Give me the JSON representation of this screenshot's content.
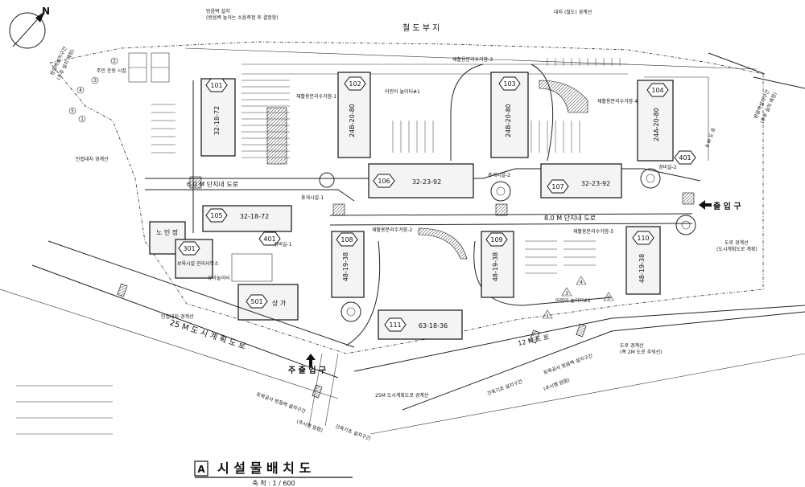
{
  "title": {
    "badge": "A",
    "main": "시 설 물 배 치 도",
    "scale": "축 척 : 1 / 600"
  },
  "compass": {
    "letter": "N"
  },
  "labels": {
    "railway_land": "철 도 부 지",
    "site_boundary_rail": "대지 (철도) 경계선",
    "fence": "방음벽 설치",
    "fence_note": "(방음벽 높이는 소음측정 후 결정함)",
    "neighbor_boundary_1": "인접대지 경계선",
    "neighbor_boundary_2": "인접대지 경계선",
    "resident_sports": "주민 운동 시설",
    "old_people_hall": "노 인 정",
    "nursery_office": "보육시설 관리사무소",
    "kindergarten": "유아놀이터",
    "store": "상 가",
    "guard_1": "경비실-1",
    "guard_2": "경비실-2",
    "rest_1": "휴게시설-1",
    "rest_2": "휴게시설-2",
    "playground_1": "어린이 놀이터#1",
    "playground_2": "어린이 놀이터#2",
    "road_6m": "6.0 M 단지내 도로",
    "road_8m": "8.0 M 단지내 도로",
    "road_25m": "25 M 도 시 계 획 도 로",
    "road_12m": "12 M 도 로",
    "road_8m_side": "8 M 도 로",
    "main_gate": "주 출 입 구",
    "entrance": "출 입 구",
    "road_boundary_25m": "25M 도시계획도로 경계선",
    "road_boundary": "도로 경계선",
    "road_boundary_note": "(도시계획도로 계획)",
    "road_boundary_12m": "도로 경계선",
    "road_boundary_12m_note": "(폭 2M 도로 추워선)",
    "garbage_1": "재활용분리수거함-1",
    "garbage_2": "재활용분리수거함-2",
    "garbage_3": "재활용분리수거함-3",
    "garbage_4": "재활용분리수거함-4",
    "garbage_5": "재활용분리수거함-5",
    "soundwall_zone_1": "방음벽설치구간",
    "soundwall_zone_1_note": "(추후 설치 예정)",
    "soundwall_zone_2": "토목공사 방음벽 설치구간",
    "soundwall_zone_2_note": "(추시행 암함)",
    "soundwall_zone_3": "토목공사 방음벽 설치구간",
    "soundwall_zone_3_note": "(추시행 암함)",
    "soundwall_zone_4": "방음벽설치구간",
    "soundwall_zone_4_note": "(추후 설치 예정)",
    "soundwall_zone_5": "건축기초 설치구간",
    "soundwall_zone_6": "건축기초 설치구간"
  },
  "buildings": [
    {
      "no": "101",
      "type": "32-18-72"
    },
    {
      "no": "102",
      "type": "24B-20-80"
    },
    {
      "no": "103",
      "type": "24B-20-80"
    },
    {
      "no": "104",
      "type": "24A-20-80"
    },
    {
      "no": "105",
      "type": "32-18-72"
    },
    {
      "no": "106",
      "type": "32-23-92"
    },
    {
      "no": "107",
      "type": "32-23-92"
    },
    {
      "no": "108",
      "type": "48-19-38"
    },
    {
      "no": "109",
      "type": "48-19-38"
    },
    {
      "no": "110",
      "type": "48-19-38"
    },
    {
      "no": "111",
      "type": "63-18-36"
    }
  ],
  "facilities": [
    {
      "no": "301"
    },
    {
      "no": "401"
    },
    {
      "no": "401"
    },
    {
      "no": "501"
    }
  ],
  "markers": [
    "1",
    "2",
    "3",
    "4",
    "5"
  ]
}
